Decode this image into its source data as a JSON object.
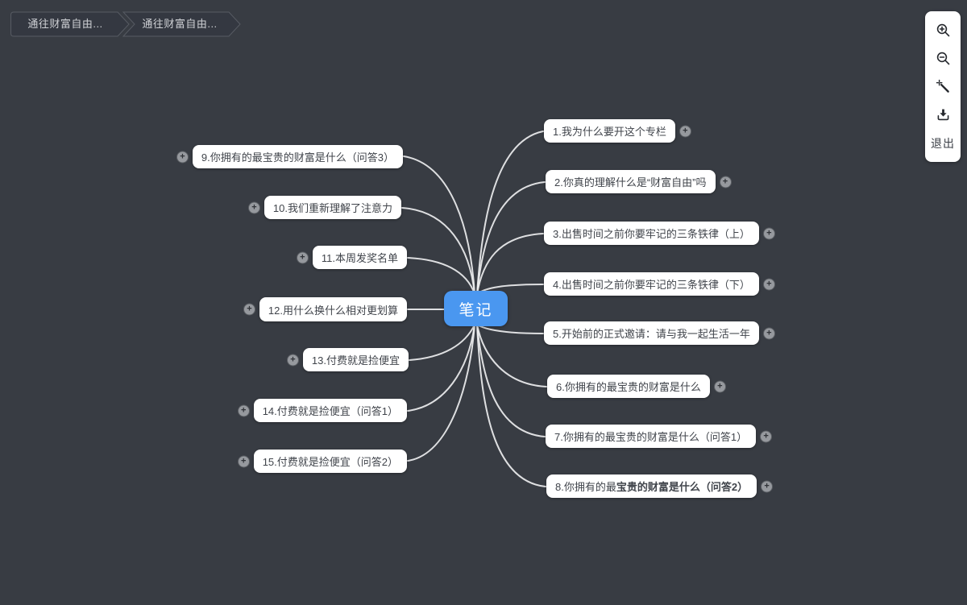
{
  "page": {
    "background": "#383c43"
  },
  "breadcrumbs": {
    "items": [
      {
        "label": "通往财富自由..."
      },
      {
        "label": "通往财富自由..."
      }
    ]
  },
  "toolbar": {
    "icons": [
      {
        "name": "zoom-in-icon"
      },
      {
        "name": "zoom-out-icon"
      },
      {
        "name": "magic-wand-icon"
      },
      {
        "name": "download-icon"
      }
    ],
    "exit_label": "退出"
  },
  "mindmap": {
    "root": {
      "label": "笔记",
      "color": "#4a97f0"
    },
    "edge_color": "#edeeef",
    "node_background": "#ffffff",
    "node_text_color": "#40444b",
    "expand_badge_color": "#96999e",
    "nodes": [
      {
        "label": "1.我为什么要开这个专栏"
      },
      {
        "label": "2.你真的理解什么是“财富自由”吗"
      },
      {
        "label": "3.出售时间之前你要牢记的三条铁律（上）"
      },
      {
        "label": "4.出售时间之前你要牢记的三条铁律（下）"
      },
      {
        "label": "5.开始前的正式邀请：请与我一起生活一年"
      },
      {
        "label": "6.你拥有的最宝贵的财富是什么"
      },
      {
        "label": "7.你拥有的最宝贵的财富是什么（问答1）"
      },
      {
        "label": "8.你拥有的最",
        "label_bold": "宝贵的财富是什么（问答2）"
      },
      {
        "label": "9.你拥有的最宝贵的财富是什么（问答3）"
      },
      {
        "label": "10.我们重新理解了注意力"
      },
      {
        "label": "11.本周发奖名单"
      },
      {
        "label": "12.用什么换什么相对更划算"
      },
      {
        "label": "13.付费就是捡便宜"
      },
      {
        "label": "14.付费就是捡便宜（问答1）"
      },
      {
        "label": "15.付费就是捡便宜（问答2）"
      }
    ]
  }
}
